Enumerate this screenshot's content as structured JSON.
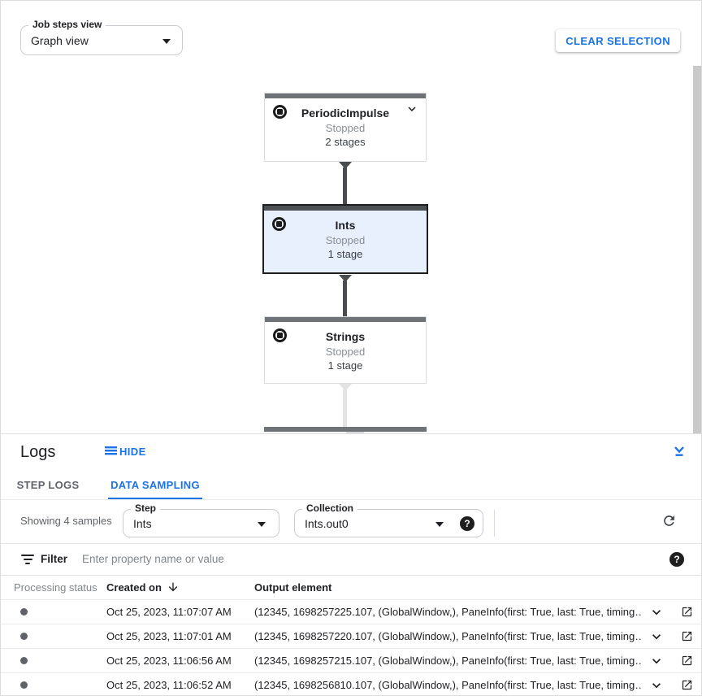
{
  "colors": {
    "accent_blue": "#1a73e8",
    "text_dark": "#202124",
    "text_gray": "#5f6368",
    "text_light_gray": "#80868b",
    "border_gray": "#dadce0",
    "selected_node_bg": "#e8f0fe",
    "node_bar_gray": "#6f7377",
    "edge_dark": "#4a4d50",
    "edge_light": "#e3e3e3"
  },
  "top_toolbar": {
    "job_steps_view": {
      "label": "Job steps view",
      "value": "Graph view"
    },
    "clear_selection_label": "CLEAR SELECTION"
  },
  "graph": {
    "nodes": [
      {
        "title": "PeriodicImpulse",
        "status": "Stopped",
        "stages": "2 stages"
      },
      {
        "title": "Ints",
        "status": "Stopped",
        "stages": "1 stage"
      },
      {
        "title": "Strings",
        "status": "Stopped",
        "stages": "1 stage"
      }
    ]
  },
  "logs_panel": {
    "title": "Logs",
    "hide_label": "HIDE",
    "tabs": {
      "step_logs": "STEP LOGS",
      "data_sampling": "DATA SAMPLING"
    },
    "showing_text": "Showing 4 samples",
    "step_field": {
      "label": "Step",
      "value": "Ints"
    },
    "collection_field": {
      "label": "Collection",
      "value": "Ints.out0"
    },
    "help_glyph": "?",
    "filter": {
      "label": "Filter",
      "placeholder": "Enter property name or value"
    },
    "table": {
      "headers": {
        "processing_status": "Processing status",
        "created_on": "Created on",
        "output_element": "Output element"
      },
      "rows": [
        {
          "created_on": "Oct 25, 2023, 11:07:07 AM",
          "output_element": "(12345, 1698257225.107, (GlobalWindow,), PaneInfo(first: True, last: True, timing…"
        },
        {
          "created_on": "Oct 25, 2023, 11:07:01 AM",
          "output_element": "(12345, 1698257220.107, (GlobalWindow,), PaneInfo(first: True, last: True, timing…"
        },
        {
          "created_on": "Oct 25, 2023, 11:06:56 AM",
          "output_element": "(12345, 1698257215.107, (GlobalWindow,), PaneInfo(first: True, last: True, timing…"
        },
        {
          "created_on": "Oct 25, 2023, 11:06:52 AM",
          "output_element": "(12345, 1698256810.107, (GlobalWindow,), PaneInfo(first: True, last: True, timing…"
        }
      ]
    }
  }
}
